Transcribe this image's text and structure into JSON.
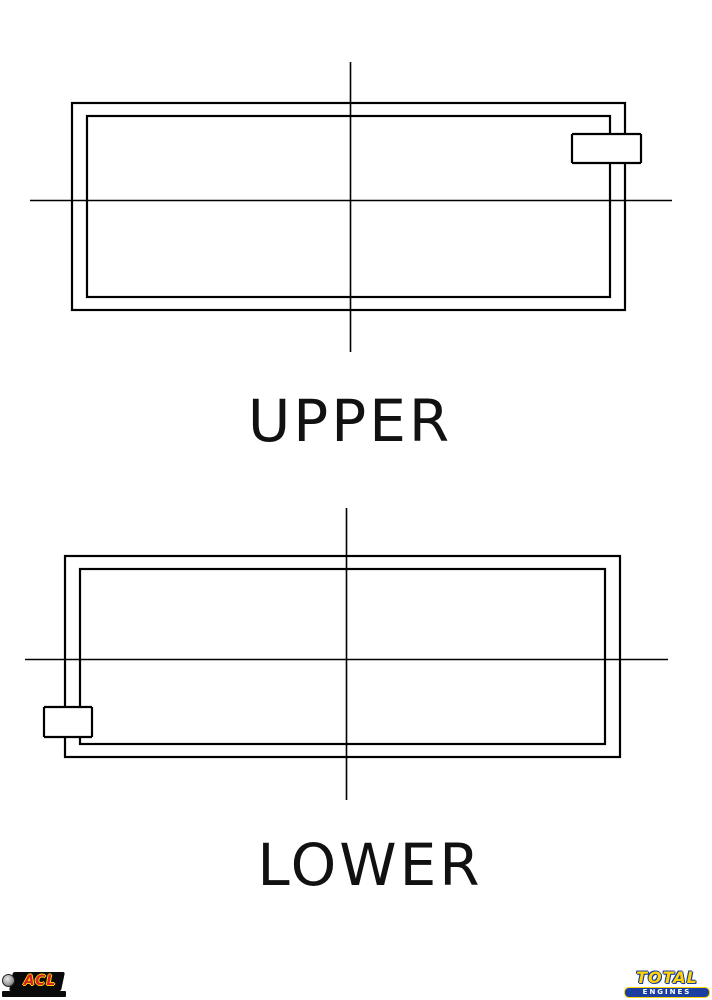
{
  "page": {
    "background": "#ffffff"
  },
  "diagram": {
    "type": "technical-line-drawing",
    "subject": "engine bearing shells, flattened plan views with centerlines and locating tangs",
    "upper_label": "UPPER",
    "lower_label": "LOWER"
  },
  "logos": {
    "acl": {
      "name": "ACL"
    },
    "total_engines": {
      "line1": "TOTAL",
      "line2": "ENGINES"
    }
  },
  "colors": {
    "page_bg": "#ffffff",
    "line": "#000000",
    "acl_red": "#d42027",
    "acl_yellow": "#ffd200",
    "total_blue": "#1b3fa0",
    "total_yellow": "#ffd400"
  }
}
